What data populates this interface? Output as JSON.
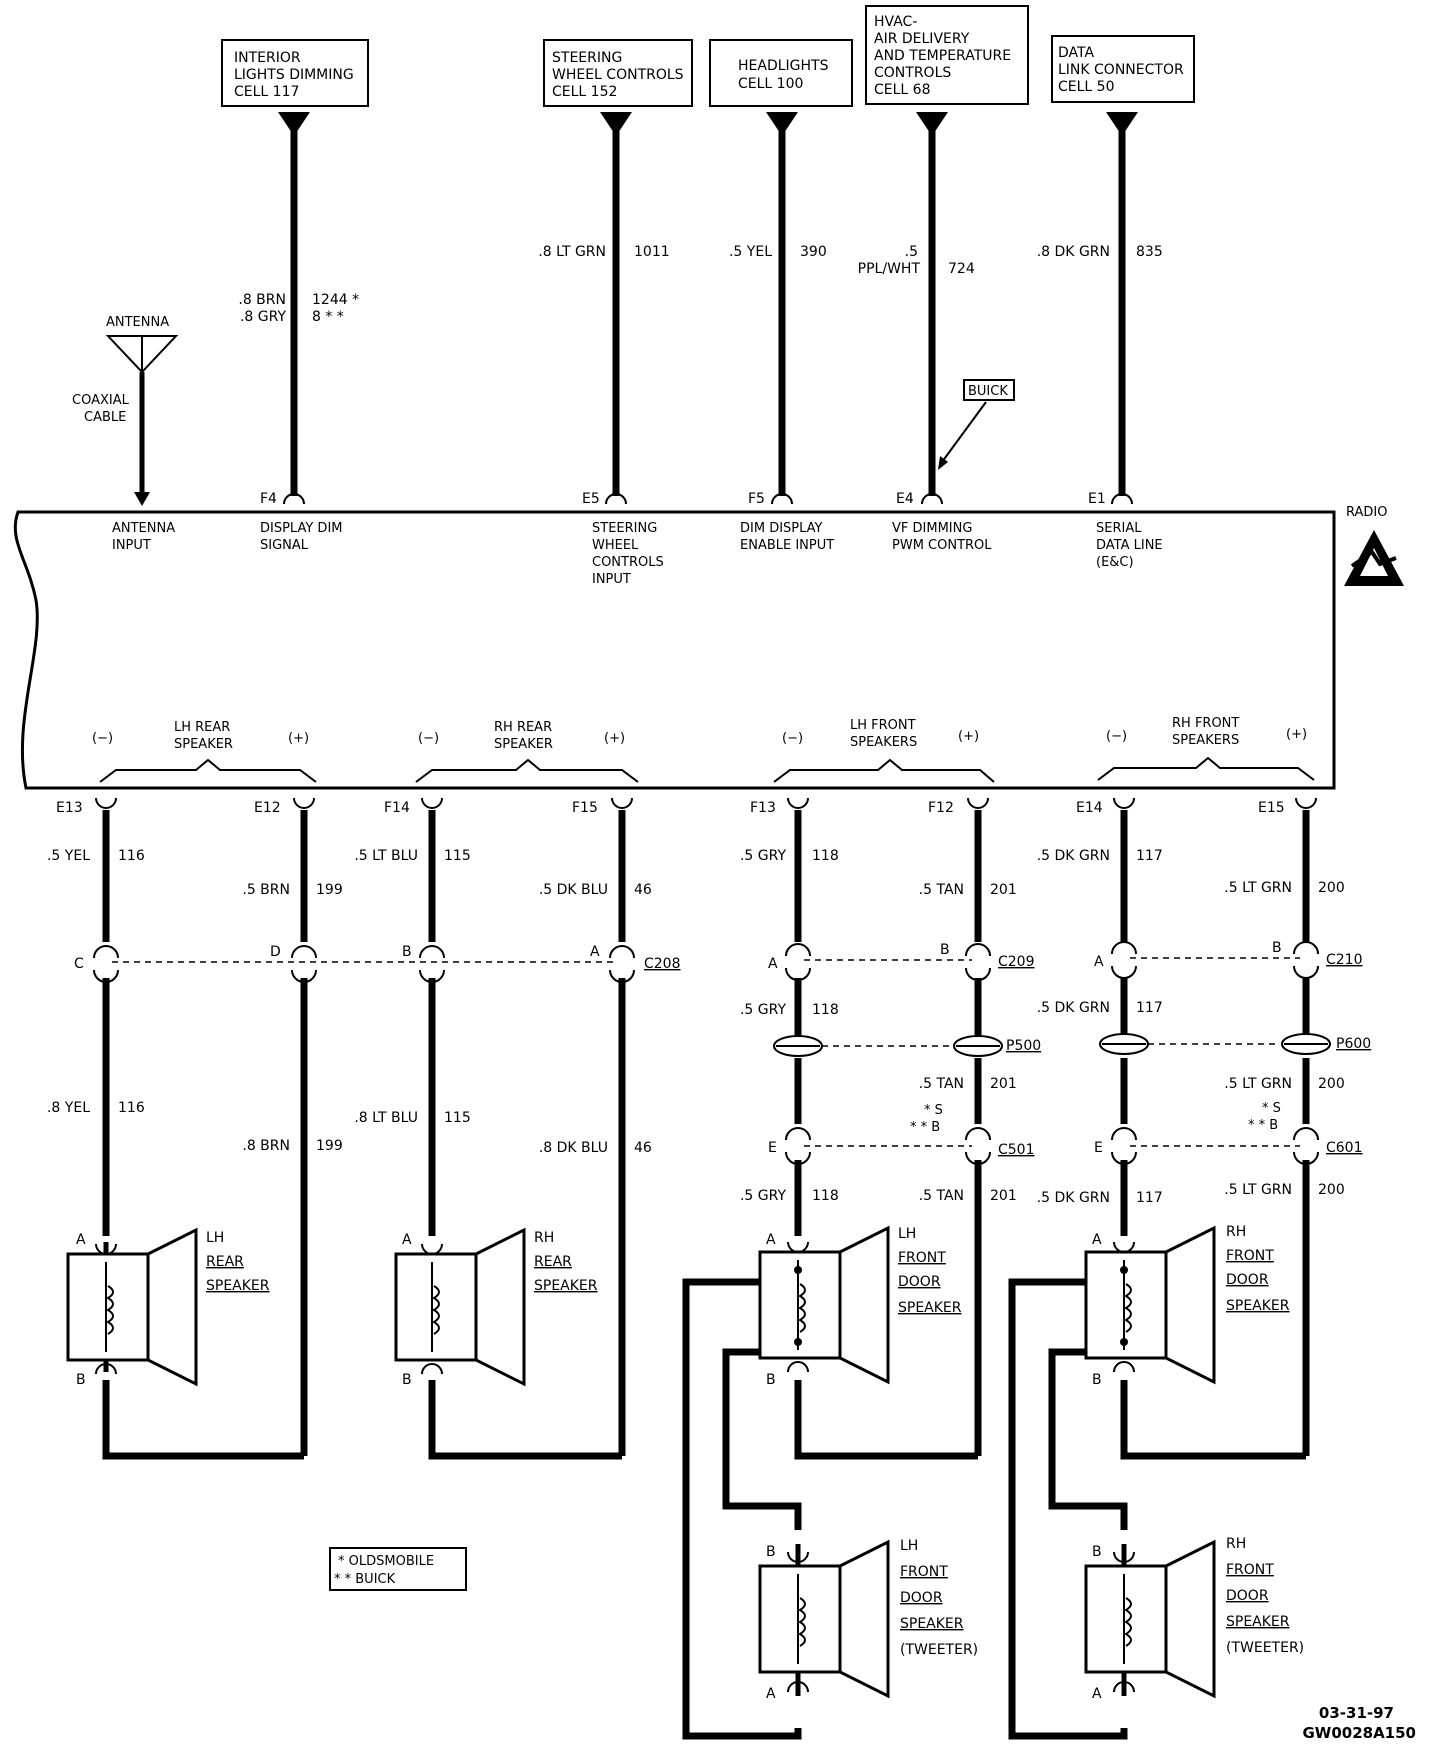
{
  "sources": [
    {
      "lines": [
        "INTERIOR",
        "LIGHTS DIMMING",
        "CELL 117"
      ]
    },
    {
      "lines": [
        "STEERING",
        "WHEEL CONTROLS",
        "CELL 152"
      ]
    },
    {
      "lines": [
        "HEADLIGHTS",
        "CELL 100"
      ]
    },
    {
      "lines": [
        "HVAC-",
        "AIR DELIVERY",
        "AND TEMPERATURE",
        "CONTROLS",
        "CELL 68"
      ]
    },
    {
      "lines": [
        "DATA",
        "LINK CONNECTOR",
        "CELL 50"
      ]
    }
  ],
  "upper_wires": [
    {
      "left": [
        ".8 BRN",
        ".8 GRY"
      ],
      "right": [
        "1244 *",
        "8 * *"
      ],
      "pin": "F4",
      "fn": [
        "DISPLAY DIM",
        "SIGNAL"
      ]
    },
    {
      "left": [
        ".8 LT GRN"
      ],
      "right": [
        "1011"
      ],
      "pin": "E5",
      "fn": [
        "STEERING",
        "WHEEL",
        "CONTROLS",
        "INPUT"
      ]
    },
    {
      "left": [
        ".5 YEL"
      ],
      "right": [
        "390"
      ],
      "pin": "F5",
      "fn": [
        "DIM DISPLAY",
        "ENABLE INPUT"
      ]
    },
    {
      "left": [
        ".5",
        "PPL/WHT"
      ],
      "right": [
        "724"
      ],
      "pin": "E4",
      "fn": [
        "VF DIMMING",
        "PWM CONTROL"
      ]
    },
    {
      "left": [
        ".8 DK GRN"
      ],
      "right": [
        "835"
      ],
      "pin": "E1",
      "fn": [
        "SERIAL",
        "DATA LINE",
        "(E&C)"
      ]
    }
  ],
  "antenna": {
    "label": "ANTENNA",
    "cable": [
      "COAXIAL",
      "CABLE"
    ],
    "fn": [
      "ANTENNA",
      "INPUT"
    ]
  },
  "buick_tag": "BUICK",
  "radio_label": "RADIO",
  "speaker_groups": [
    {
      "name": [
        "LH REAR",
        "SPEAKER"
      ],
      "minus": "(−)",
      "plus": "(+)"
    },
    {
      "name": [
        "RH REAR",
        "SPEAKER"
      ],
      "minus": "(−)",
      "plus": "(+)"
    },
    {
      "name": [
        "LH FRONT",
        "SPEAKERS"
      ],
      "minus": "(−)",
      "plus": "(+)"
    },
    {
      "name": [
        "RH FRONT",
        "SPEAKERS"
      ],
      "minus": "(−)",
      "plus": "(+)"
    }
  ],
  "lower_pins": [
    "E13",
    "E12",
    "F14",
    "F15",
    "F13",
    "F12",
    "E14",
    "E15"
  ],
  "rear_wires": [
    {
      "top": [
        ".5 YEL",
        "116"
      ],
      "bottom": [
        ".8 YEL",
        "116"
      ],
      "cav": "C"
    },
    {
      "top": [
        ".5 BRN",
        "199"
      ],
      "bottom": [
        ".8 BRN",
        "199"
      ],
      "cav": "D"
    },
    {
      "top": [
        ".5 LT BLU",
        "115"
      ],
      "bottom": [
        ".8 LT BLU",
        "115"
      ],
      "cav": "B"
    },
    {
      "top": [
        ".5 DK BLU",
        "46"
      ],
      "bottom": [
        ".8 DK BLU",
        "46"
      ],
      "cav": "A"
    }
  ],
  "front_wires": [
    {
      "top": [
        ".5 GRY",
        "118"
      ],
      "mid": [
        ".5 GRY",
        "118"
      ],
      "bottom": [
        ".5 GRY",
        "118"
      ],
      "cav1": "A",
      "cav2": "E"
    },
    {
      "top": [
        ".5 TAN",
        "201"
      ],
      "mid": [
        ".5 TAN",
        "201"
      ],
      "bottom": [
        ".5 TAN",
        "201"
      ],
      "cav1": "B",
      "cav2": ""
    },
    {
      "top": [
        ".5 DK GRN",
        "117"
      ],
      "mid": [
        ".5 DK GRN",
        "117"
      ],
      "bottom": [
        ".5 DK GRN",
        "117"
      ],
      "cav1": "A",
      "cav2": "E"
    },
    {
      "top": [
        ".5 LT GRN",
        "200"
      ],
      "mid": [
        ".5 LT GRN",
        "200"
      ],
      "bottom": [
        ".5 LT GRN",
        "200"
      ],
      "cav1": "B",
      "cav2": ""
    }
  ],
  "connectors": [
    "C208",
    "C209",
    "C210",
    "P500",
    "P600",
    "C501",
    "C601"
  ],
  "variant_marks": [
    "* S",
    "* * B"
  ],
  "speakers": [
    {
      "lines": [
        "LH",
        "REAR",
        "SPEAKER"
      ],
      "a": "A",
      "b": "B"
    },
    {
      "lines": [
        "RH",
        "REAR",
        "SPEAKER"
      ],
      "a": "A",
      "b": "B"
    },
    {
      "lines": [
        "LH",
        "FRONT",
        "DOOR",
        "SPEAKER"
      ],
      "a": "A",
      "b": "B"
    },
    {
      "lines": [
        "RH",
        "FRONT",
        "DOOR",
        "SPEAKER"
      ],
      "a": "A",
      "b": "B"
    },
    {
      "lines": [
        "LH",
        "FRONT",
        "DOOR",
        "SPEAKER",
        "(TWEETER)"
      ],
      "a": "A",
      "b": "B"
    },
    {
      "lines": [
        "RH",
        "FRONT",
        "DOOR",
        "SPEAKER",
        "(TWEETER)"
      ],
      "a": "A",
      "b": "B"
    }
  ],
  "legend": [
    "* OLDSMOBILE",
    "* * BUICK"
  ],
  "footer": [
    "03-31-97",
    "GW0028A150"
  ]
}
